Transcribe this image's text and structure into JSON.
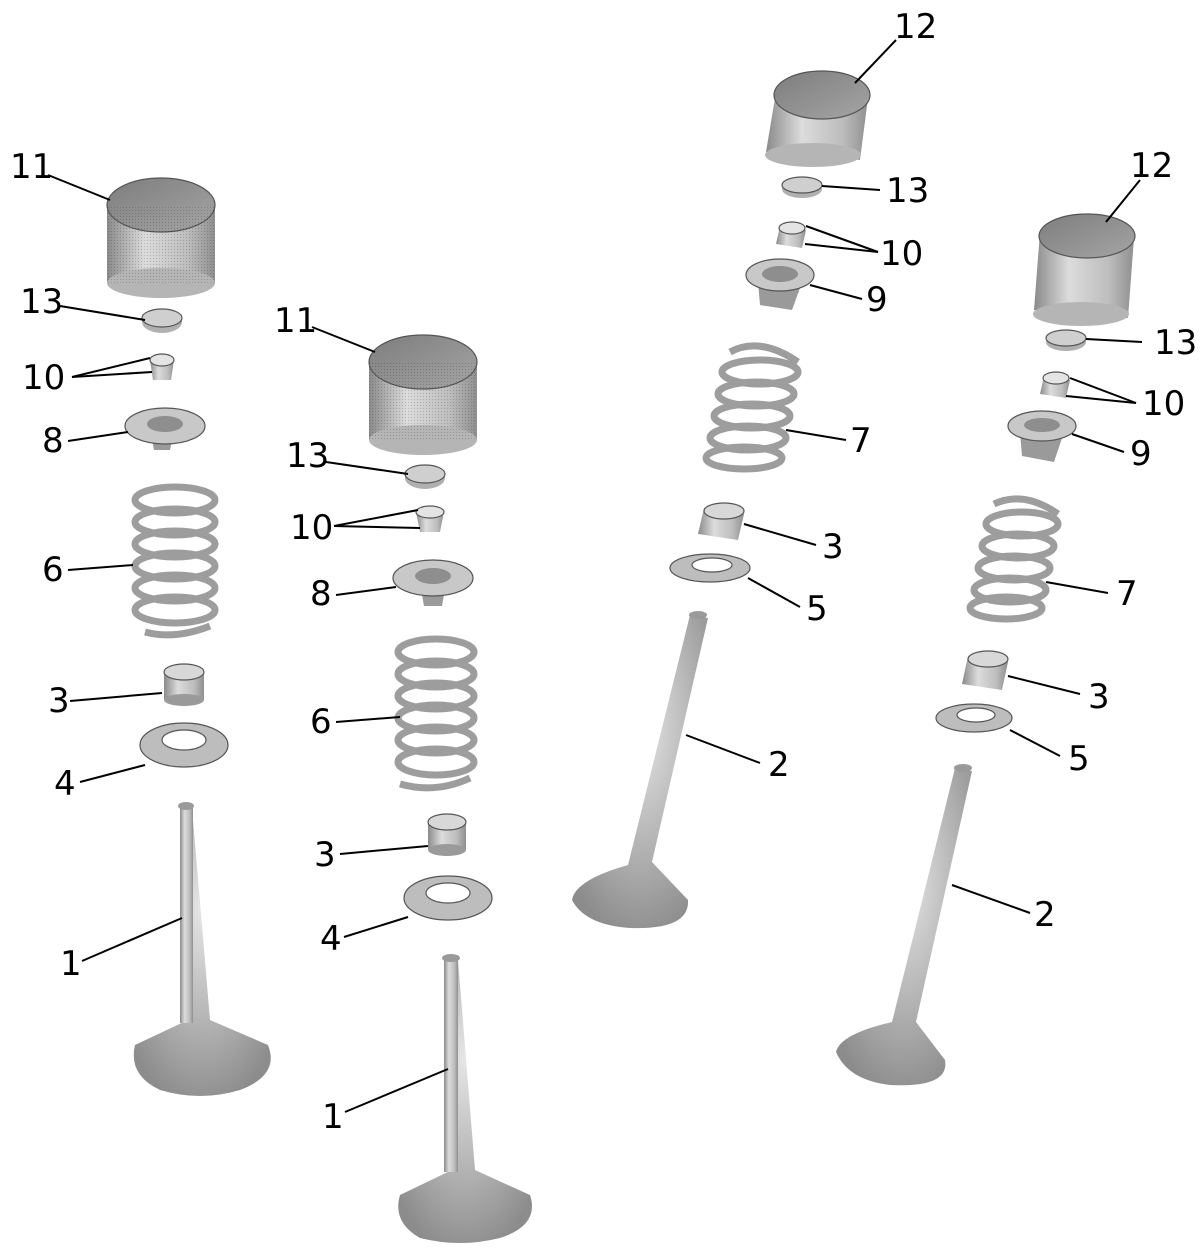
{
  "colors": {
    "metal": "#b9b9b9",
    "metal_dark": "#8a8a8a",
    "metal_light": "#e2e2e2",
    "line": "#000000"
  },
  "labels": {
    "a1": "1",
    "a3": "3",
    "a4": "4",
    "a6": "6",
    "a8": "8",
    "a10": "10",
    "a11": "11",
    "a13": "13",
    "b1": "1",
    "b3": "3",
    "b4": "4",
    "b6": "6",
    "b8": "8",
    "b10": "10",
    "b11": "11",
    "b13": "13",
    "c2": "2",
    "c3": "3",
    "c5": "5",
    "c7": "7",
    "c9": "9",
    "c10": "10",
    "c12": "12",
    "c13": "13",
    "d2": "2",
    "d3": "3",
    "d5": "5",
    "d7": "7",
    "d9": "9",
    "d10": "10",
    "d12": "12",
    "d13": "13"
  }
}
